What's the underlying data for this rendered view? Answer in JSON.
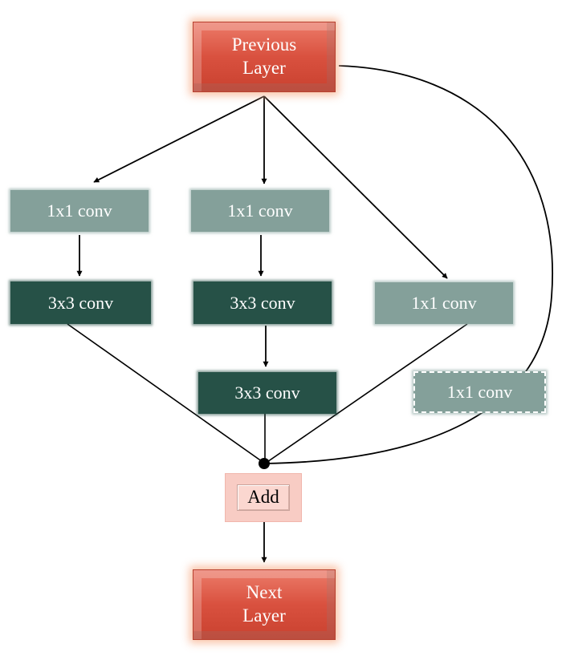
{
  "diagram": {
    "previous_layer": {
      "line1": "Previous",
      "line2": "Layer"
    },
    "next_layer": {
      "line1": "Next",
      "line2": "Layer"
    },
    "branch1": {
      "reduce": "1x1 conv",
      "conv": "3x3 conv"
    },
    "branch2": {
      "reduce": "1x1 conv",
      "conv_a": "3x3 conv",
      "conv_b": "3x3 conv"
    },
    "branch3": {
      "conv": "1x1 conv"
    },
    "shortcut": {
      "conv": "1x1 conv"
    },
    "merge": {
      "label": "Add"
    }
  },
  "colors": {
    "io_block": "#d9513f",
    "io_glow": "#f8b796",
    "light_block": "#84a09a",
    "dark_block": "#265147",
    "add_block": "#f8ccc4",
    "edge": "#000000"
  }
}
